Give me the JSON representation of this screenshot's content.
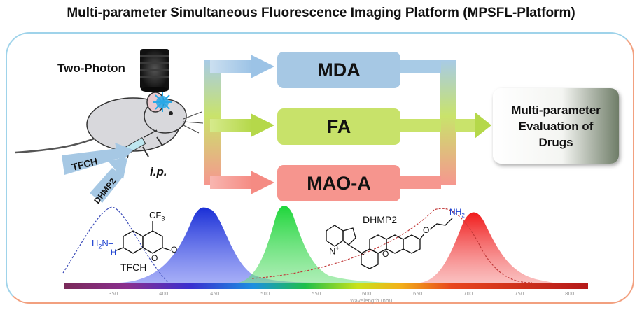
{
  "title": "Multi-parameter Simultaneous Fluorescence Imaging Platform (MPSFL-Platform)",
  "imaging": {
    "mode": "Two-Photon",
    "icon": "camera-lens-icon"
  },
  "animal": {
    "icon": "mouse-icon",
    "route": "i.p."
  },
  "probes": [
    "TFCH",
    "DHMP2"
  ],
  "analytes": [
    {
      "label": "MDA",
      "color": "#a6c8e4"
    },
    {
      "label": "FA",
      "color": "#c8e26a"
    },
    {
      "label": "MAO-A",
      "color": "#f6958e"
    }
  ],
  "output": {
    "lines": [
      "Multi-parameter",
      "Evaluation of",
      "Drugs"
    ]
  },
  "molecules": {
    "tfch": {
      "name": "TFCH",
      "cf3": "CF",
      "cf3_sub": "3",
      "hydrazine": "H",
      "hydrazine_sub": "2",
      "hydrazine_rest": "N–",
      "nh": "H",
      "nh2": "N",
      "o1": "O",
      "o2": "O"
    },
    "dhmp2": {
      "name": "DHMP2",
      "nh2": "NH",
      "nh2_sub": "2",
      "nplus": "N",
      "o1": "O",
      "o2": "O"
    }
  },
  "spectrum": {
    "axis_label": "Wavelength (nm)",
    "ticks": [
      "350",
      "400",
      "450",
      "500",
      "550",
      "600",
      "650",
      "700",
      "750",
      "800"
    ],
    "peaks_nm": {
      "blue": 450,
      "green": 520,
      "red": 705
    }
  }
}
